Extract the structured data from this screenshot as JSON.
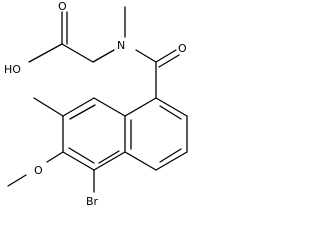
{
  "structure": {
    "atom_labels": {
      "hydroxyl": "HO",
      "acid_carbonyl_oxygen": "O",
      "amide_nitrogen": "N",
      "amide_carbonyl_oxygen": "O",
      "methoxy_oxygen": "O",
      "bromine": "Br"
    },
    "colors": {
      "bond": "#000000",
      "label": "#000000",
      "background": "#ffffff"
    }
  }
}
